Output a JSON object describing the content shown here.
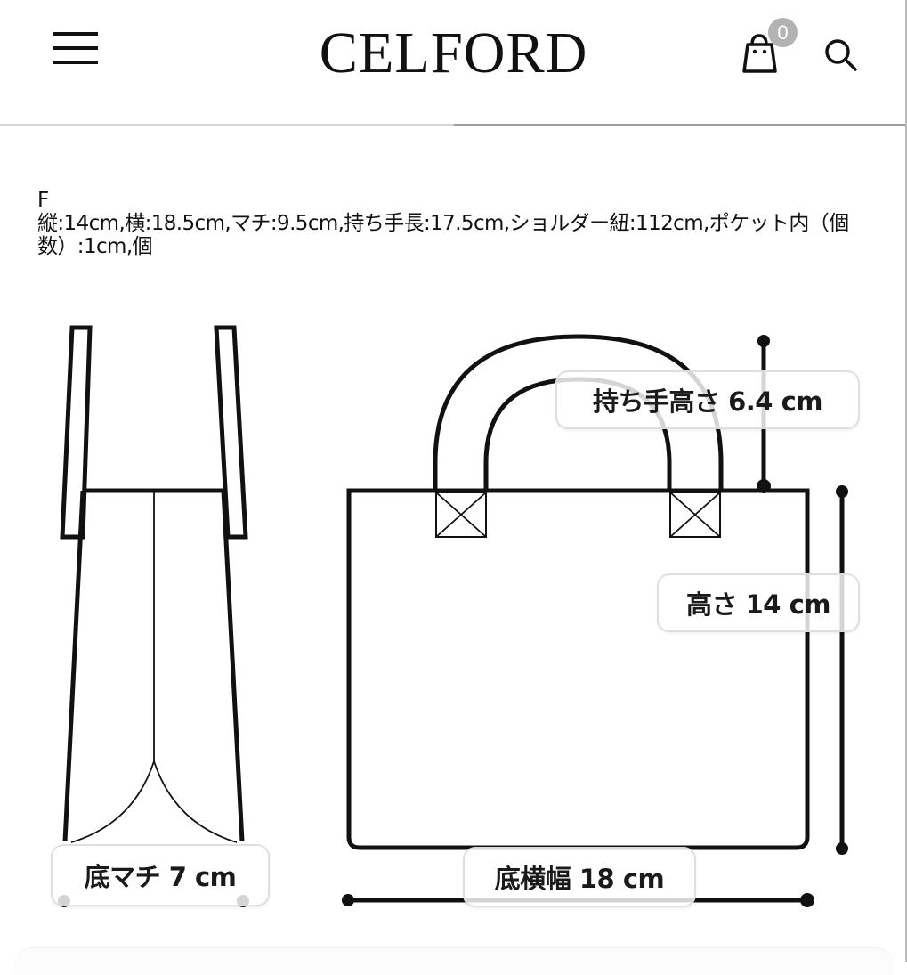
{
  "header": {
    "logo": "CELFORD",
    "menu_icon": "hamburger-menu-icon",
    "cart_icon": "shopping-bag-icon",
    "cart_count": "0",
    "search_icon": "search-icon",
    "colors": {
      "text": "#111111",
      "badge": "#b3b3b3"
    }
  },
  "size_info": {
    "size_label": "F",
    "description": "縦:14cm,横:18.5cm,マチ:9.5cm,持ち手長:17.5cm,ショルダー紐:112cm,ポケット内（個数）:1cm,個"
  },
  "diagram": {
    "side_view": {
      "gusset_label": "底マチ 7 cm"
    },
    "front_view": {
      "handle_height_label": "持ち手高さ 6.4 cm",
      "height_label": "高さ 14 cm",
      "bottom_width_label": "底横幅 18 cm"
    }
  }
}
